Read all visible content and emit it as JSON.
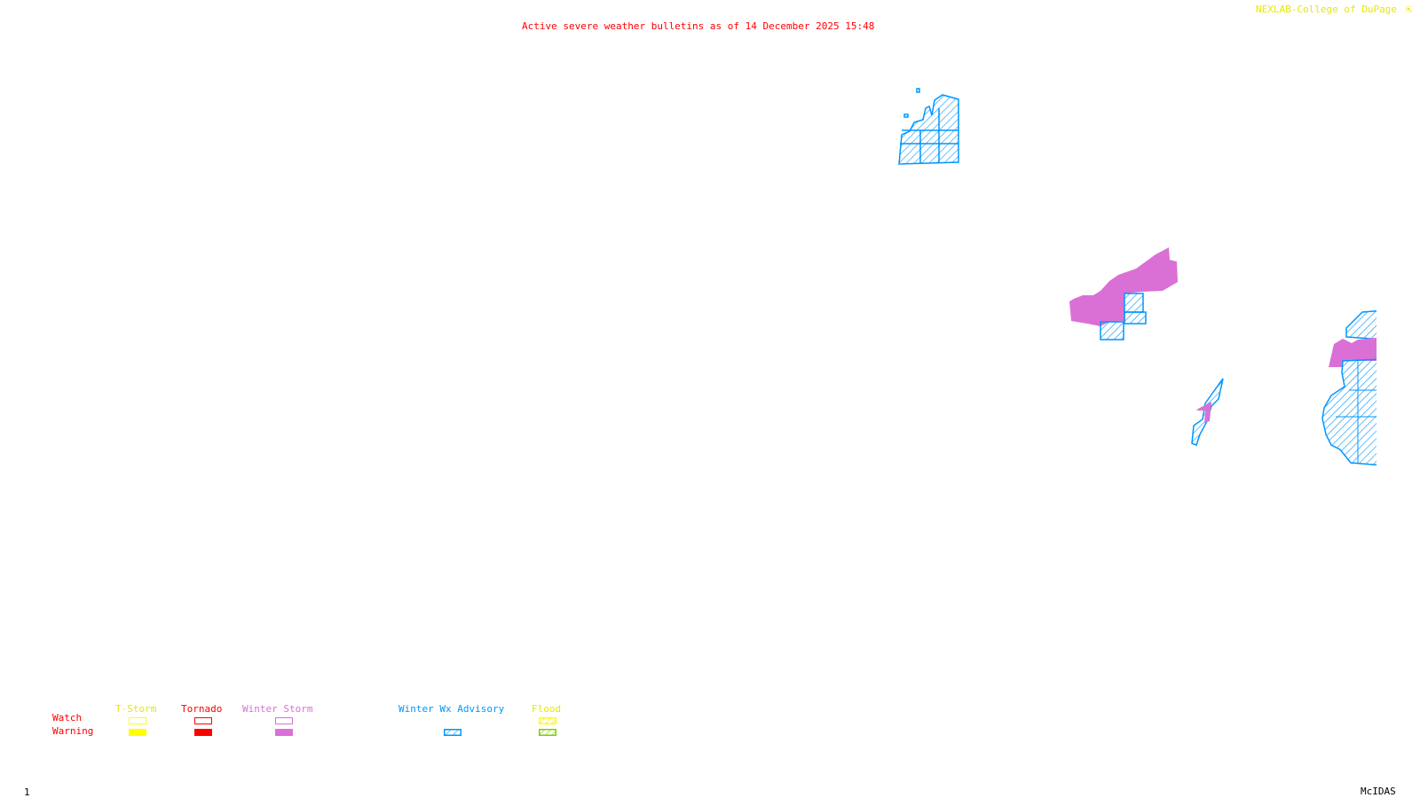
{
  "header": {
    "title": "Active severe weather bulletins as of 14 December 2025 15:48",
    "credit": "NEXLAB-College of DuPage",
    "credit_icon": "nexlab-logo-icon"
  },
  "footer": {
    "frame_number": "1",
    "software": "McIDAS"
  },
  "legend": {
    "rows": [
      "Watch",
      "Warning"
    ],
    "categories": [
      {
        "label": "T-Storm",
        "color": "#ffff00",
        "watch": "outline",
        "warning": "solid"
      },
      {
        "label": "Tornado",
        "color": "#ff0000",
        "watch": "outline",
        "warning": "solid"
      },
      {
        "label": "Winter Storm",
        "color": "#da70d6",
        "watch": "outline",
        "warning": "solid"
      },
      {
        "label": "Winter Wx Advisory",
        "color": "#0096ff",
        "warning": "hatched"
      },
      {
        "label": "Flood",
        "color": "#ffff00",
        "watch": "hatched",
        "warning": "hatched",
        "warning_color": "#7cd000"
      }
    ]
  },
  "colors": {
    "title": "#ff0000",
    "winter_storm_warning": "#da70d6",
    "winter_wx_advisory": "#0096ff",
    "credit": "#ffff00"
  }
}
